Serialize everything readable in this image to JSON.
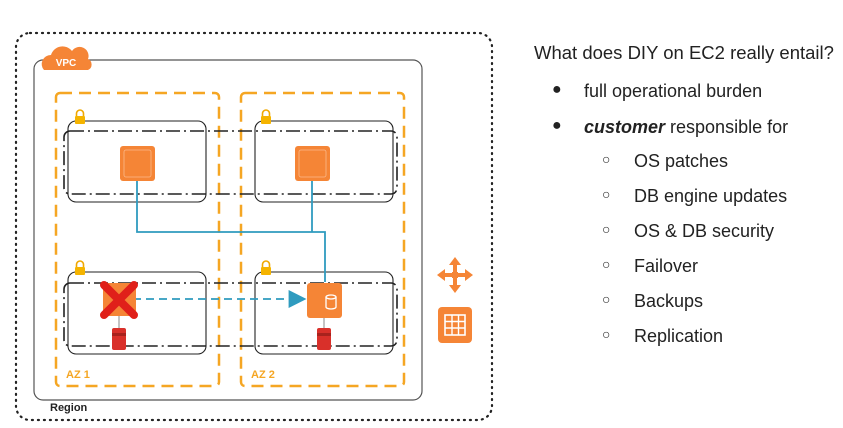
{
  "diagram": {
    "vpc_badge": "VPC",
    "region_label": "Region",
    "az_labels": [
      "AZ 1",
      "AZ 2"
    ],
    "colors": {
      "aws_orange": "#f58536",
      "failure_red": "#e0201a",
      "storage_red": "#d9302a",
      "connector_blue": "#2f9bbf"
    },
    "icons": [
      "cloud-icon",
      "lock-icon",
      "instance-icon",
      "failed-instance-icon",
      "database-instance-icon",
      "ebs-volume-icon",
      "load-balancer-icon",
      "route-table-icon"
    ]
  },
  "panel": {
    "heading": "What does DIY on EC2 really entail?",
    "items": [
      {
        "bullet": "●",
        "text": "full operational burden"
      },
      {
        "bullet": "●",
        "emphasis": "customer",
        "text": " responsible for"
      }
    ],
    "subitems": [
      {
        "bullet": "○",
        "text": "OS patches"
      },
      {
        "bullet": "○",
        "text": "DB engine updates"
      },
      {
        "bullet": "○",
        "text": "OS & DB security"
      },
      {
        "bullet": "○",
        "text": "Failover"
      },
      {
        "bullet": "○",
        "text": "Backups"
      },
      {
        "bullet": "○",
        "text": "Replication"
      }
    ]
  }
}
